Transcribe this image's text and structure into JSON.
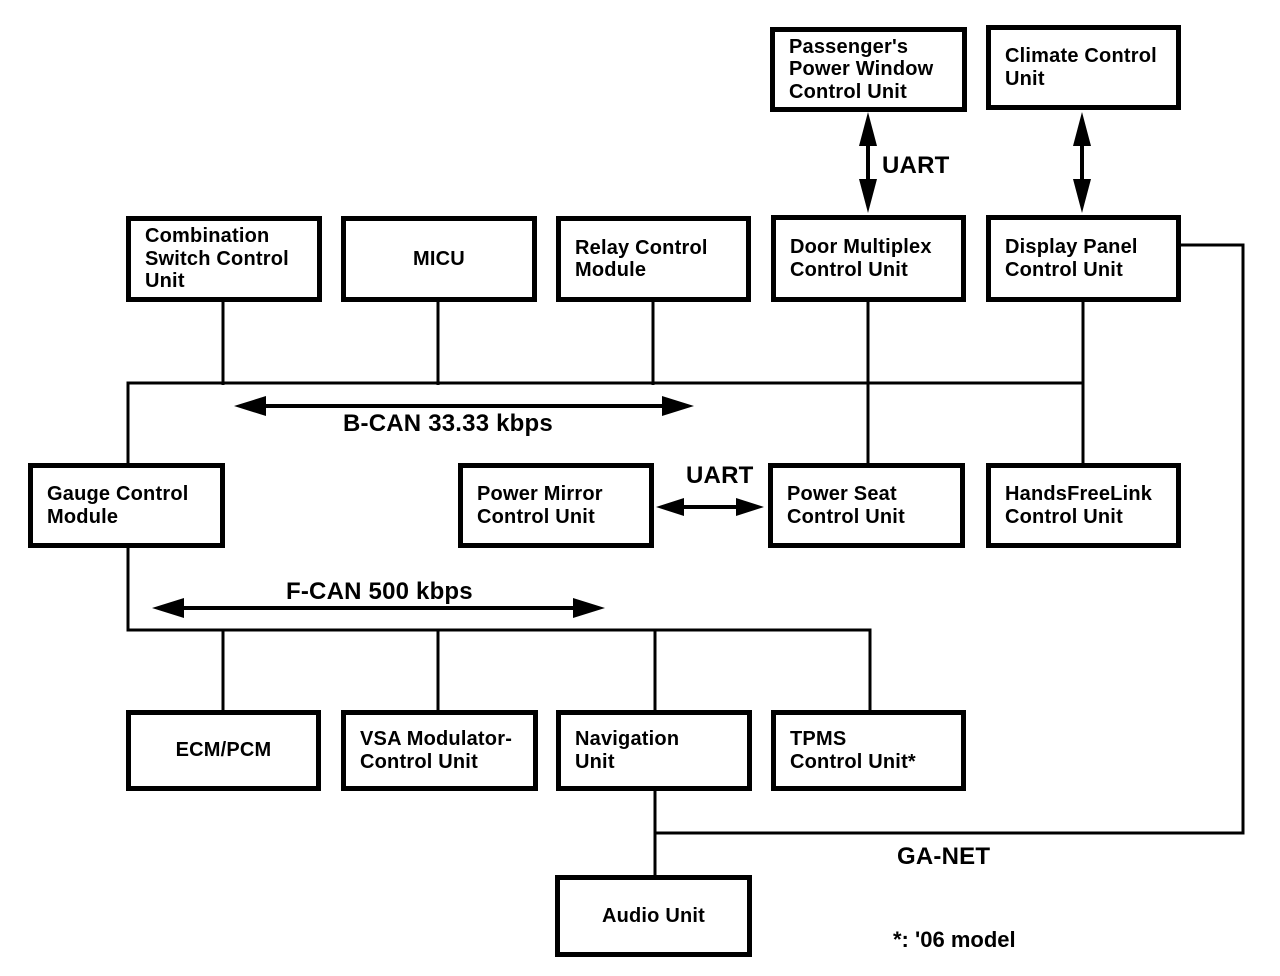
{
  "diagram": {
    "colors": {
      "line": "#000000",
      "background": "#ffffff",
      "text": "#000000"
    },
    "nodes": {
      "passenger_power_window": "Passenger's\nPower Window\nControl Unit",
      "climate_control": "Climate Control\nUnit",
      "combination_switch": "Combination\nSwitch Control\nUnit",
      "micu": "MICU",
      "relay_control": "Relay Control\nModule",
      "door_multiplex": "Door Multiplex\nControl Unit",
      "display_panel": "Display Panel\nControl Unit",
      "gauge_control": "Gauge Control\nModule",
      "power_mirror": "Power Mirror\nControl Unit",
      "power_seat": "Power Seat\nControl Unit",
      "handsfreelink": "HandsFreeLink\nControl Unit",
      "ecm_pcm": "ECM/PCM",
      "vsa_modulator": "VSA Modulator-\nControl Unit",
      "navigation": "Navigation\nUnit",
      "tpms": "TPMS\nControl Unit*",
      "audio": "Audio Unit"
    },
    "bus_labels": {
      "b_can": "B-CAN 33.33 kbps",
      "f_can": "F-CAN 500 kbps",
      "uart_window": "UART",
      "uart_mirror": "UART",
      "ga_net": "GA-NET"
    },
    "footnote": "*: '06 model"
  }
}
